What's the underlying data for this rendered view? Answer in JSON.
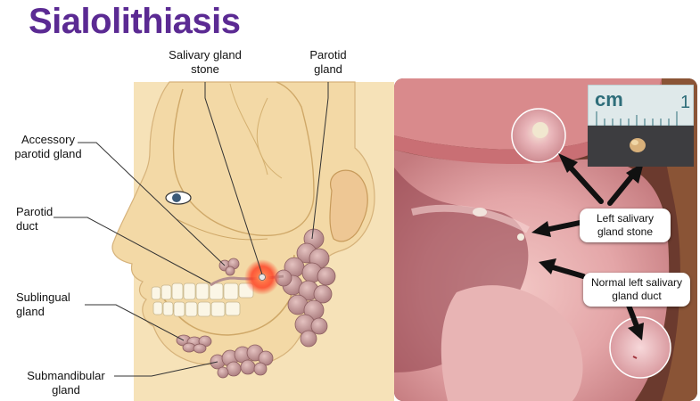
{
  "title": "Sialolithiasis",
  "labels": {
    "salivary_gland_stone": "Salivary gland\nstone",
    "parotid_gland": "Parotid\ngland",
    "accessory_parotid_gland": "Accessory\nparotid gland",
    "parotid_duct": "Parotid\nduct",
    "sublingual_gland": "Sublingual\ngland",
    "submandibular_gland": "Submandibular\ngland"
  },
  "photo": {
    "callout_stone": "Left salivary\ngland stone",
    "callout_duct": "Normal left salivary\ngland duct",
    "ruler_unit": "cm",
    "ruler_mark": "1"
  },
  "colors": {
    "title": "#5b2a93",
    "skin": "#f3d9a6",
    "gland": "#c9a0a0",
    "stone_glow": "#ff3b1f",
    "mucosa": "#d98a8c"
  }
}
